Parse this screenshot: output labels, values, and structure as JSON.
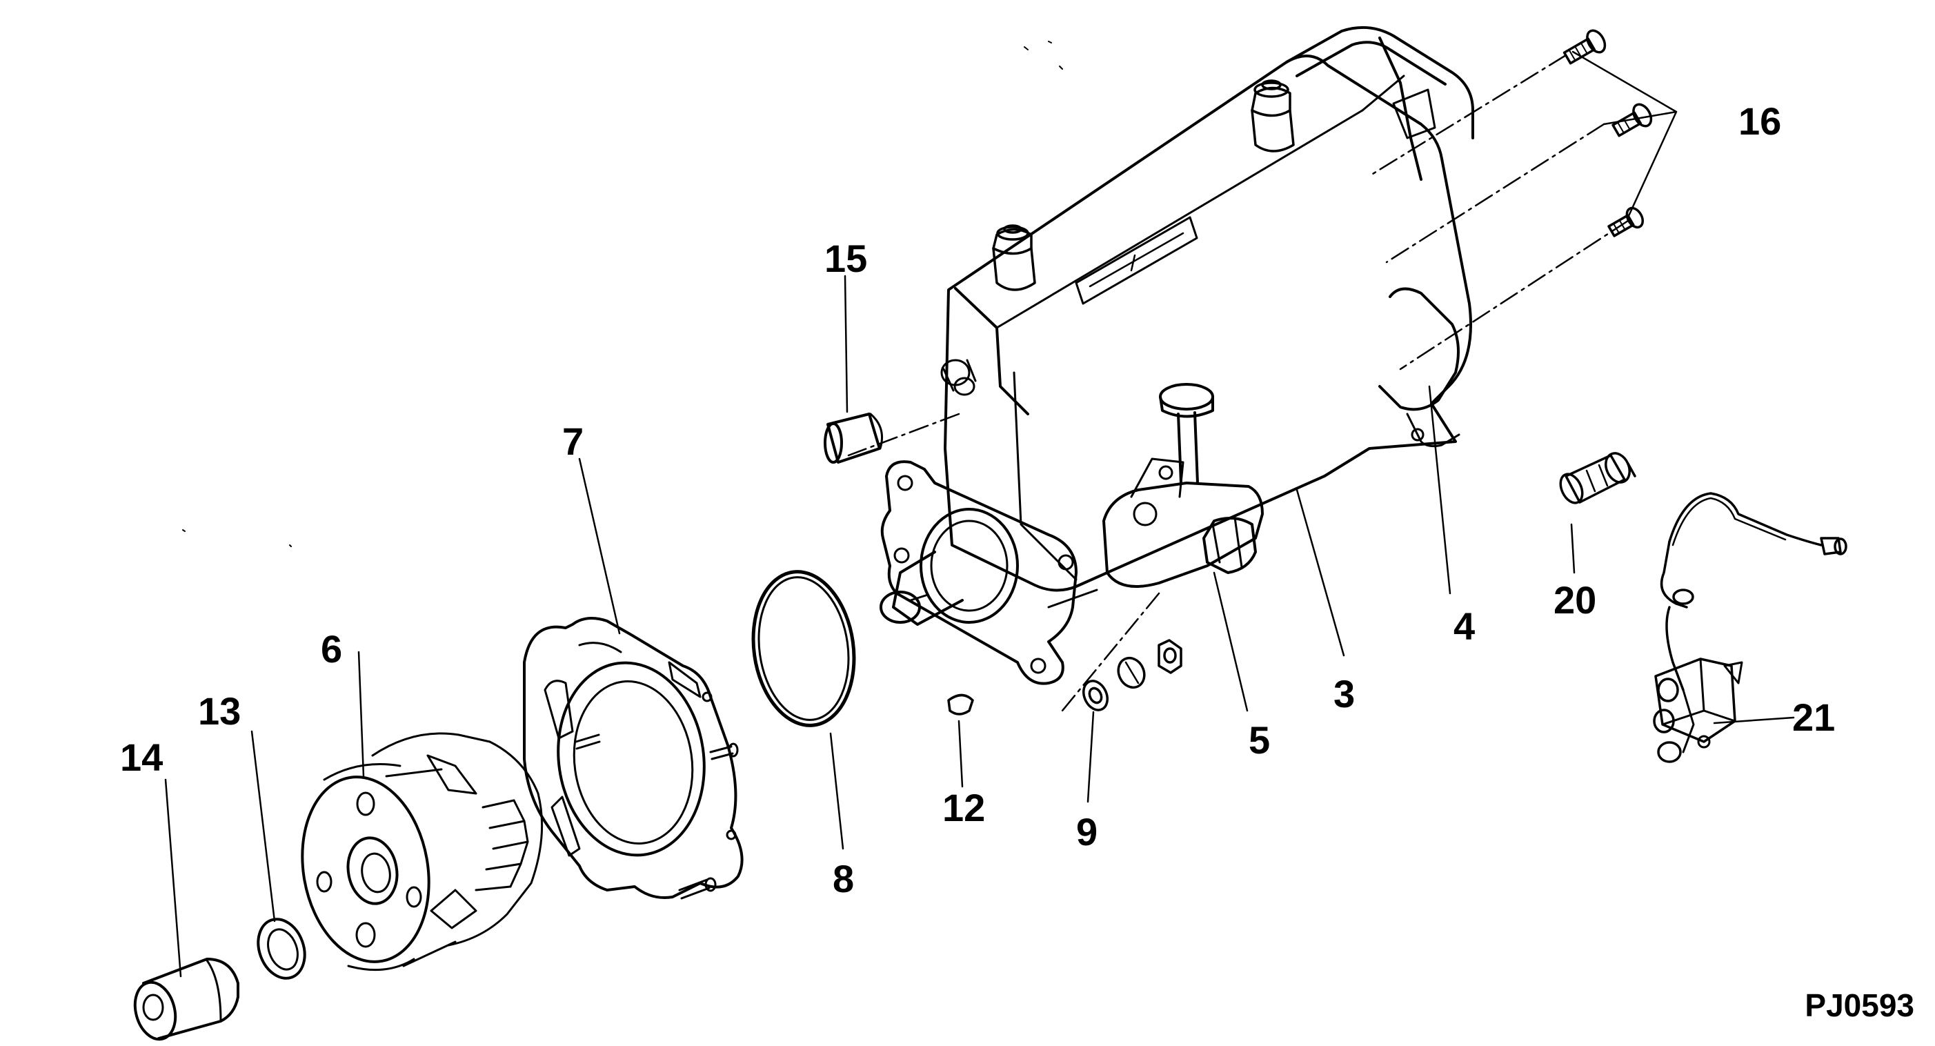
{
  "callouts": {
    "c3": "3",
    "c4": "4",
    "c5": "5",
    "c6": "6",
    "c7": "7",
    "c8": "8",
    "c9": "9",
    "c12": "12",
    "c13": "13",
    "c14": "14",
    "c15": "15",
    "c16": "16",
    "c20": "20",
    "c21": "21"
  },
  "figure_code": "PJ0593",
  "colors": {
    "ink": "#000000",
    "paper": "#ffffff"
  }
}
